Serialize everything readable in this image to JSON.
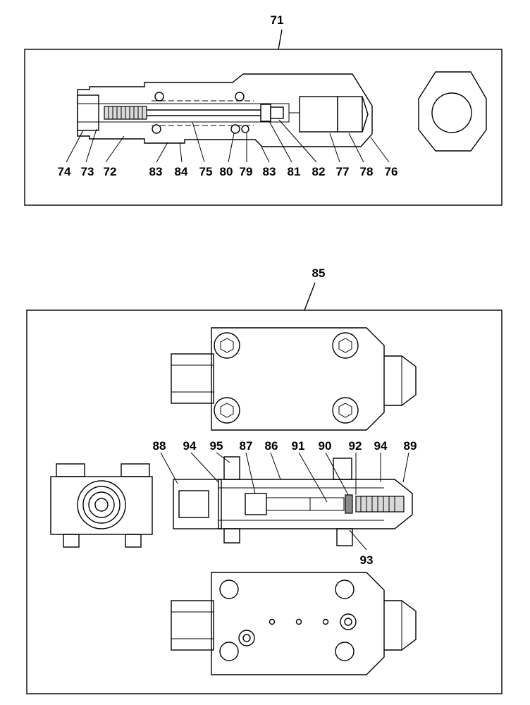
{
  "assemblies": [
    {
      "id": "71",
      "part_labels": [
        "74",
        "73",
        "72",
        "83",
        "84",
        "75",
        "80",
        "79",
        "83",
        "81",
        "82",
        "77",
        "78",
        "76"
      ]
    },
    {
      "id": "85",
      "top_labels": [
        "88",
        "94",
        "95",
        "87",
        "86",
        "91",
        "90",
        "92",
        "94",
        "89"
      ],
      "bottom_labels": [
        "93"
      ]
    }
  ]
}
